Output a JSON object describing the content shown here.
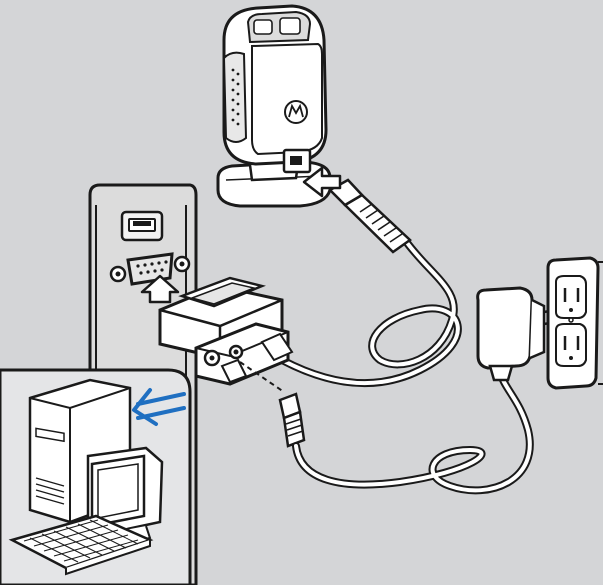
{
  "illustration": {
    "components": {
      "scanner": "presentation-scanner",
      "scanner_logo": "brand-logo",
      "host_port": "serial-db9-port",
      "usb_port": "usb-port",
      "adapter": "serial-adapter-with-power-jack",
      "power_supply": "wall-power-supply",
      "outlet": "duplex-wall-outlet",
      "computer": "host-computer",
      "monitor": "crt-monitor",
      "keyboard": "keyboard"
    },
    "arrows": {
      "connect_to_scanner": "white-arrow",
      "connect_to_port": "white-arrow",
      "host_indicator": "blue-double-arrow"
    },
    "colors": {
      "background": "#d4d5d7",
      "line_art": "#1a1a1a",
      "fill": "#ffffff",
      "accent_arrow": "#1f6fc1"
    }
  }
}
